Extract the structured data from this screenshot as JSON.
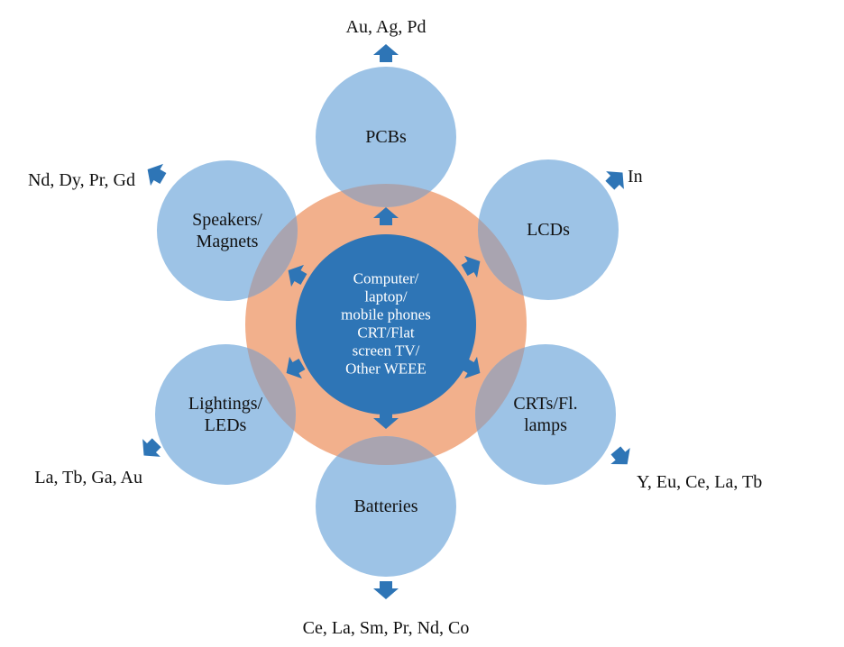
{
  "center": {
    "lines": [
      "Computer/",
      "laptop/",
      "mobile phones",
      "CRT/Flat",
      "screen TV/",
      "Other WEEE"
    ]
  },
  "components": [
    {
      "id": "pcbs",
      "lines": [
        "PCBs"
      ],
      "elements": "Au, Ag, Pd"
    },
    {
      "id": "lcds",
      "lines": [
        "LCDs"
      ],
      "elements": "In"
    },
    {
      "id": "crts",
      "lines": [
        "CRTs/Fl.",
        "lamps"
      ],
      "elements": "Y, Eu, Ce, La, Tb"
    },
    {
      "id": "batteries",
      "lines": [
        "Batteries"
      ],
      "elements": "Ce, La, Sm, Pr, Nd, Co"
    },
    {
      "id": "lightings",
      "lines": [
        "Lightings/",
        "LEDs"
      ],
      "elements": "La, Tb, Ga, Au"
    },
    {
      "id": "speakers",
      "lines": [
        "Speakers/",
        "Magnets"
      ],
      "elements": "Nd, Dy, Pr, Gd"
    }
  ],
  "colors": {
    "ring": "#f2b08c",
    "center": "#2e75b6",
    "satellite": "#9dc3e6",
    "overlap": "#a9a4b0",
    "arrow": "#2e75b6",
    "text": "#111111",
    "center_text": "#ffffff"
  }
}
